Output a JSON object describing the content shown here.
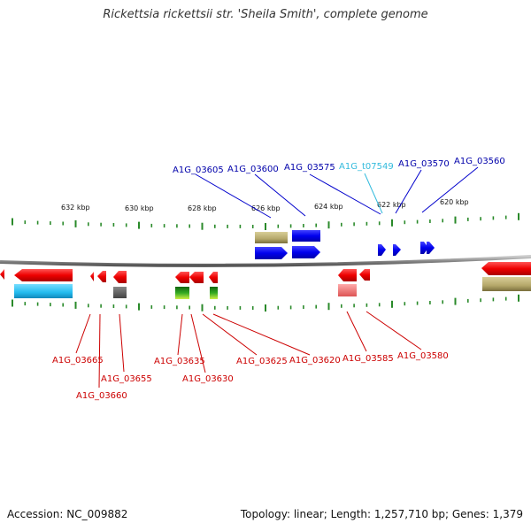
{
  "title": "Rickettsia rickettsii str. 'Sheila Smith', complete genome",
  "accession_label": "Accession: NC_009882",
  "summary_label": "Topology: linear; Length: 1,257,710 bp; Genes: 1,379",
  "colors": {
    "backbone": "#8a8a8a",
    "tick": "#2a8a2a",
    "forward_gene": "#0000ee",
    "reverse_gene": "#ee0000",
    "trna_label": "#33bbdd",
    "cds_khaki": "#b5a86a",
    "cds_cyan": "#22bbee",
    "cds_gray": "#555555",
    "cds_green": "#33aa22",
    "cds_pink": "#ee7777"
  },
  "kbp_labels": [
    "632 kbp",
    "630 kbp",
    "628 kbp",
    "626 kbp",
    "624 kbp",
    "622 kbp",
    "620 kbp"
  ],
  "top_labels": [
    {
      "text": "A1G_03605",
      "color": "#0000aa"
    },
    {
      "text": "A1G_03600",
      "color": "#0000aa"
    },
    {
      "text": "A1G_03575",
      "color": "#0000aa"
    },
    {
      "text": "A1G_t07549",
      "color": "#33bbdd"
    },
    {
      "text": "A1G_03570",
      "color": "#0000aa"
    },
    {
      "text": "A1G_03560",
      "color": "#0000aa"
    }
  ],
  "bottom_labels": [
    {
      "text": "A1G_03665",
      "color": "#cc0000"
    },
    {
      "text": "A1G_03660",
      "color": "#cc0000"
    },
    {
      "text": "A1G_03655",
      "color": "#cc0000"
    },
    {
      "text": "A1G_03635",
      "color": "#cc0000"
    },
    {
      "text": "A1G_03630",
      "color": "#cc0000"
    },
    {
      "text": "A1G_03625",
      "color": "#cc0000"
    },
    {
      "text": "A1G_03620",
      "color": "#cc0000"
    },
    {
      "text": "A1G_03585",
      "color": "#cc0000"
    },
    {
      "text": "A1G_03580",
      "color": "#cc0000"
    }
  ]
}
